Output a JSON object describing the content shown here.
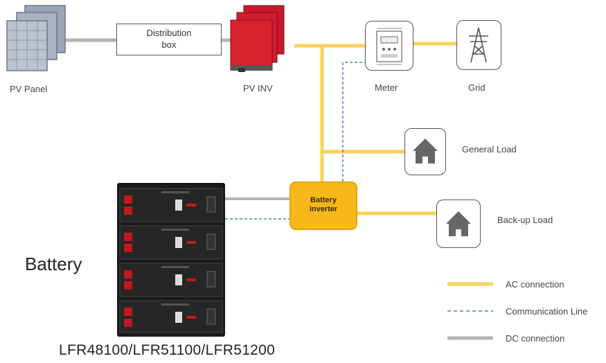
{
  "nodes": {
    "pv_panel": "PV Panel",
    "distribution_box_line1": "Distribution",
    "distribution_box_line2": "box",
    "pv_inverter": "PV INV",
    "meter": "Meter",
    "grid": "Grid",
    "general_load": "General Load",
    "backup_load": "Back-up Load",
    "battery_inverter_line1": "Battery",
    "battery_inverter_line2": "inverter",
    "battery": "Battery",
    "battery_models": "LFR48100/LFR51100/LFR51200"
  },
  "legend": {
    "ac": "AC connection",
    "comm": "Communication Line",
    "dc": "DC connection"
  },
  "colors": {
    "ac": "#f5d25a",
    "dc": "#b5b5b5",
    "comm": "#4a7fc0",
    "inverter_fill": "#f6b81a",
    "pv_inverter": "#c8182a"
  },
  "icons": [
    "solar-panel-icon",
    "pv-inverter-icon",
    "meter-icon",
    "transmission-tower-icon",
    "house-icon",
    "battery-rack-icon"
  ]
}
